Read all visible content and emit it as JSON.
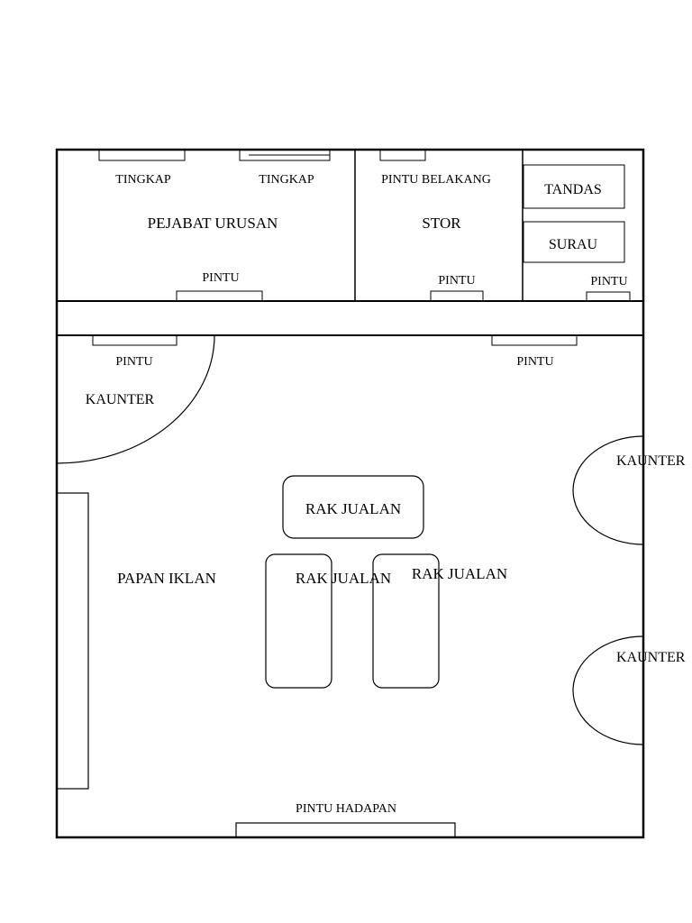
{
  "plan": {
    "top": {
      "window_left": "TINGKAP",
      "window_right": "TINGKAP",
      "office": "PEJABAT URUSAN",
      "office_door": "PINTU",
      "back_door": "PINTU BELAKANG",
      "store": "STOR",
      "store_door": "PINTU",
      "toilet": "TANDAS",
      "prayer_room": "SURAU",
      "small_door": "PINTU"
    },
    "main": {
      "door_left": "PINTU",
      "door_right": "PINTU",
      "counter_corner": "KAUNTER",
      "counter_right_1": "KAUNTER",
      "counter_right_2": "KAUNTER",
      "notice_board": "PAPAN IKLAN",
      "shelf_top": "RAK JUALAN",
      "shelf_left": "RAK JUALAN",
      "shelf_right": "RAK JUALAN",
      "front_door": "PINTU HADAPAN"
    }
  }
}
